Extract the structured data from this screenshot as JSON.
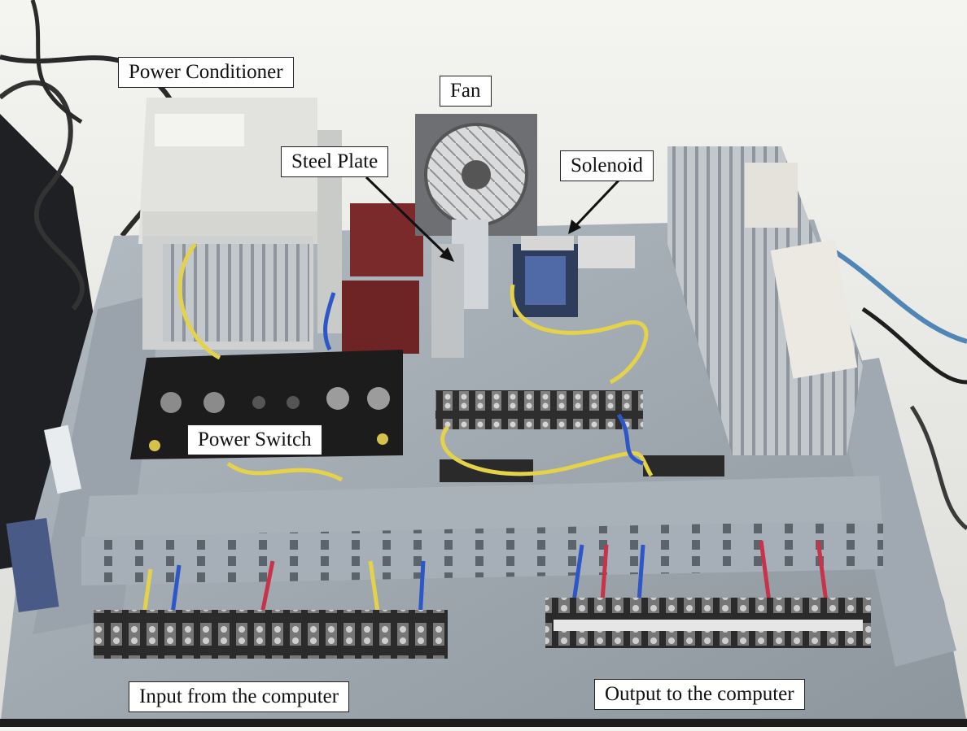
{
  "labels": {
    "power_conditioner": "Power Conditioner",
    "fan": "Fan",
    "steel_plate": "Steel Plate",
    "solenoid": "Solenoid",
    "power_switch": "Power Switch",
    "input_from_computer": "Input from the computer",
    "output_to_computer": "Output to the computer"
  },
  "colors": {
    "panel_gray": "#9aa3ab",
    "duct_gray": "#a7b0b8",
    "heatsink": "#b9bec4",
    "terminal_black": "#2a2a2a",
    "relay_red": "#7a2a2a",
    "wire_yellow": "#e3d24a",
    "wire_blue": "#2d56c8",
    "wire_red": "#c8324a"
  }
}
